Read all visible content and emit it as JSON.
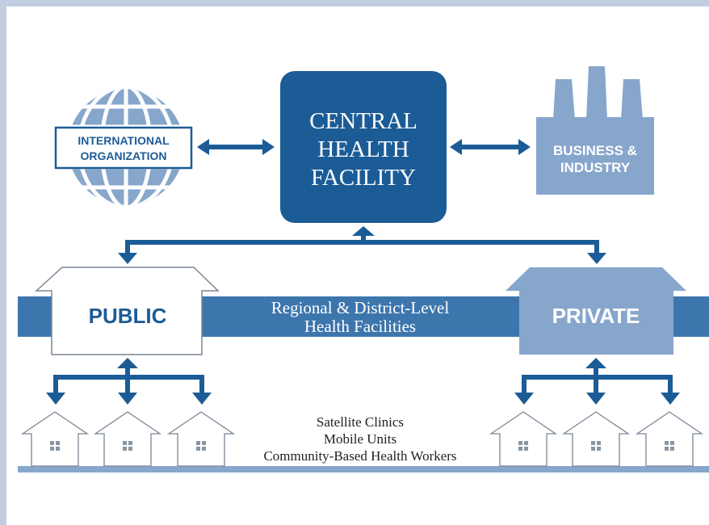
{
  "colors": {
    "frame": "#c2cde2",
    "canvas": "#ffffff",
    "dark_blue": "#1c5c96",
    "light_blue": "#87a6cb",
    "band_blue": "#3d76ad",
    "house_stroke": "#7a8696",
    "window_gray": "#8a96a4"
  },
  "icons": {
    "globe": "globe-icon",
    "factory": "factory-icon",
    "house": "house-icon",
    "arrow": "double-arrow-icon"
  },
  "central": {
    "line1": "CENTRAL",
    "line2": "HEALTH",
    "line3": "FACILITY"
  },
  "international": {
    "line1": "INTERNATIONAL",
    "line2": "ORGANIZATION"
  },
  "business": {
    "line1": "BUSINESS &",
    "line2": "INDUSTRY"
  },
  "public": {
    "label": "PUBLIC"
  },
  "private": {
    "label": "PRIVATE"
  },
  "regional": {
    "line1": "Regional & District-Level",
    "line2": "Health Facilities"
  },
  "local": {
    "line1": "Satellite Clinics",
    "line2": "Mobile Units",
    "line3": "Community-Based Health Workers"
  }
}
